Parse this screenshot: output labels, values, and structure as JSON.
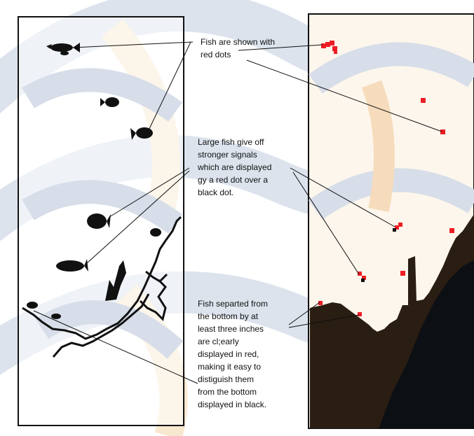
{
  "labels": {
    "fish_dots": [
      "Fish are shown with",
      "red dots"
    ],
    "large_fish": [
      "Large fish give off",
      "stronger signals",
      "which are displayed",
      "gy a red dot over a",
      "black dot."
    ],
    "separated": [
      "Fish separted from",
      "the bottom by at",
      "least three inches",
      "are cl;early",
      "displayed in red,",
      "making it easy to",
      "distiguish them",
      "from the bottom",
      "displayed in black."
    ]
  },
  "colors": {
    "fish_dot": "#ee1c24",
    "bottom_dark": "#2a1d12",
    "bottom_black": "#0c0f14",
    "panel_bg": "#fdf6ec",
    "watermark_blue": "#cfd8e6",
    "watermark_orange": "#f8dfc0"
  },
  "icons": [
    "fish-silhouette-icon"
  ]
}
